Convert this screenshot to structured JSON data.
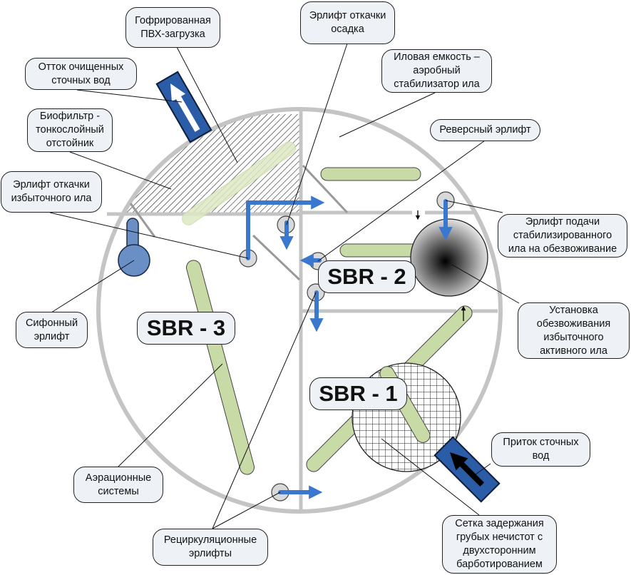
{
  "diagram": {
    "title": "SBR wastewater treatment plant layout",
    "reactors": [
      {
        "id": "sbr1",
        "label": "SBR - 1"
      },
      {
        "id": "sbr2",
        "label": "SBR - 2"
      },
      {
        "id": "sbr3",
        "label": "SBR - 3"
      }
    ],
    "callouts": {
      "corrugated_pvc": "Гофрированная\nПВХ-загрузка",
      "sludge_airlift": "Эрлифт откачки\nосадка",
      "treated_outflow": "Отток очищенных\nсточных вод",
      "sludge_tank": "Иловая емкость –\nаэробный\nстабилизатор ила",
      "biofilter": "Биофильтр -\nтонкослойный\nотстойник",
      "reverse_airlift": "Реверсный эрлифт",
      "excess_sludge_airlift": "Эрлифт откачки\nизбыточного ила",
      "stabilized_feed_airlift": "Эрлифт подачи\nстабилизированного\nила на обезвоживание",
      "siphon_airlift": "Сифонный\nэрлифт",
      "dewatering_unit": "Установка\nобезвоживания\nизбыточного\nактивного ила",
      "inflow": "Приток сточных\nвод",
      "aeration": "Аэрационные\nсистемы",
      "recirculation_airlifts": "Рециркуляционные\nэрлифты",
      "screen": "Сетка задержания\nгрубых нечистот с\nдвухсторонним\nбарботированием"
    },
    "colors": {
      "tank_wall": "#c4c4c4",
      "flow_arrow": "#3a78d0",
      "pipe_dark": "#2a5ca8",
      "aeration_fill": "#c8dba6",
      "callout_fill": "#eef2f7",
      "siphon_fill": "#6a8fc5",
      "airlift_fill": "#d9d9d9"
    }
  }
}
